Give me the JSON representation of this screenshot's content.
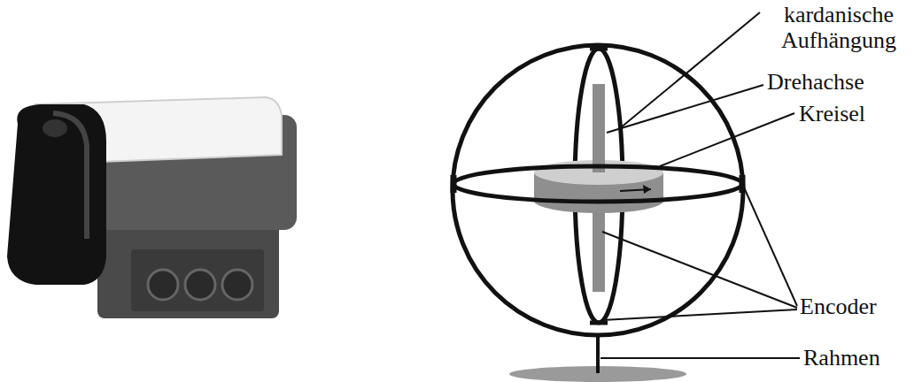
{
  "diagram": {
    "labels": [
      "kardanische Aufhängung",
      "Drehachse",
      "Kreisel",
      "Encoder",
      "Rahmen"
    ]
  }
}
